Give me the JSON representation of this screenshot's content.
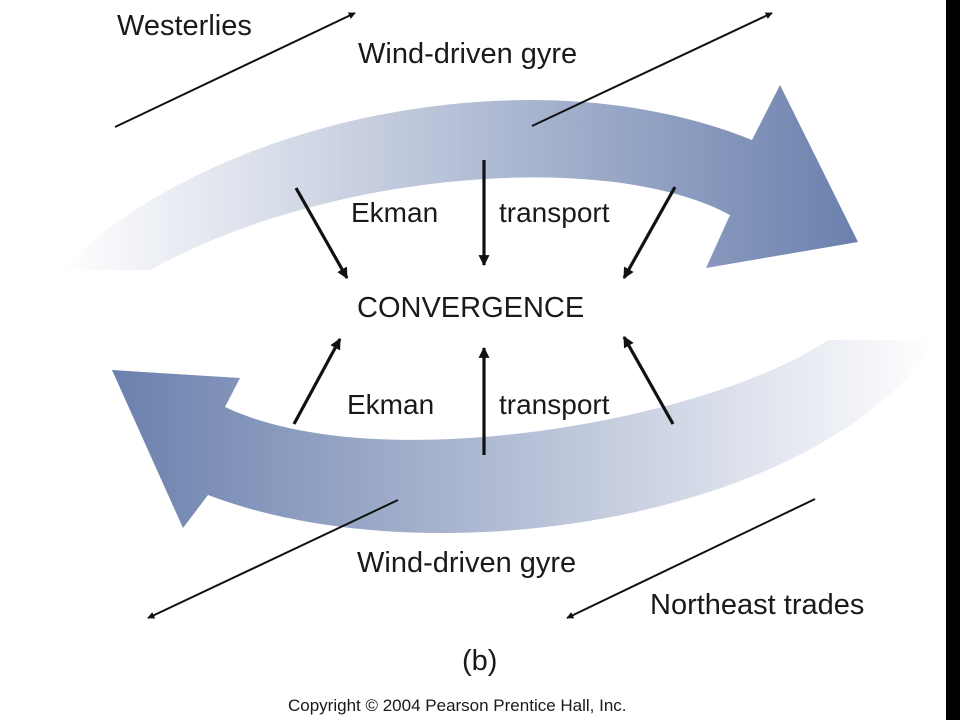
{
  "labels": {
    "westerlies": "Westerlies",
    "gyre_top": "Wind-driven gyre",
    "gyre_bottom": "Wind-driven gyre",
    "ekman_top": "Ekman",
    "transport_top": "transport",
    "convergence": "CONVERGENCE",
    "ekman_bottom": "Ekman",
    "transport_bottom": "transport",
    "northeast_trades": "Northeast trades",
    "panel": "(b)",
    "copyright": "Copyright © 2004 Pearson Prentice Hall, Inc."
  },
  "colors": {
    "gyre_dark": "#6b80ad",
    "gyre_light": "#ffffff",
    "arrows": "#111111",
    "background": "#ffffff",
    "border": "#000000"
  }
}
